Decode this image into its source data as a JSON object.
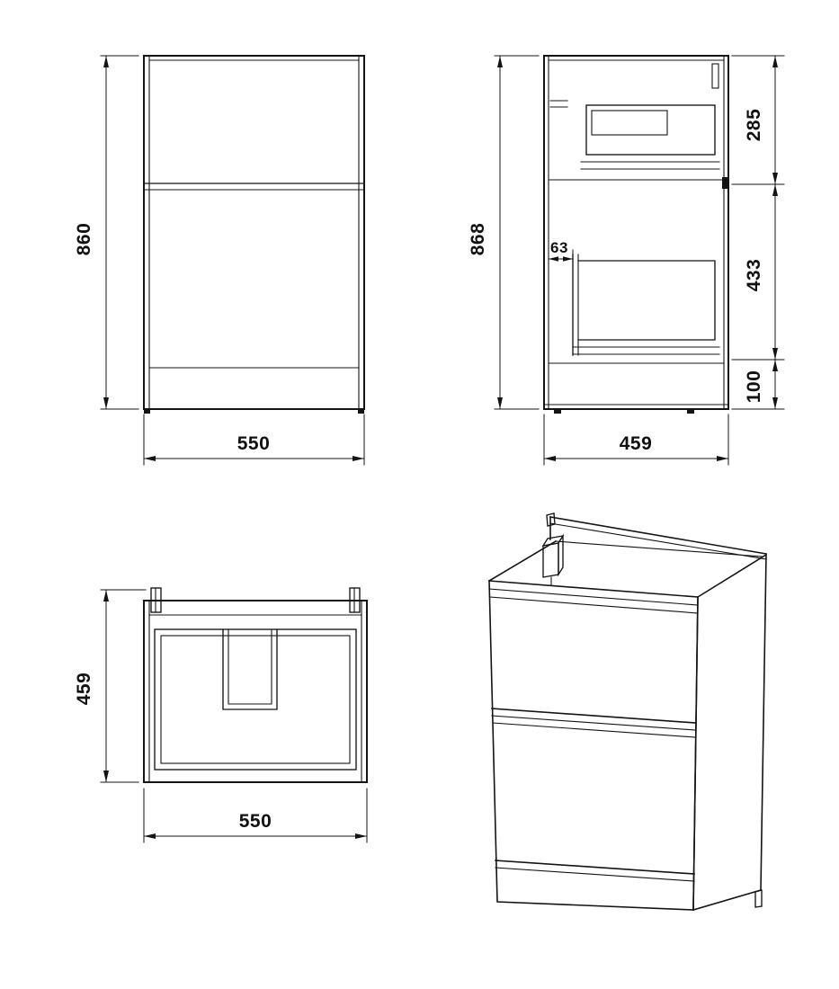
{
  "colors": {
    "line": "#141414",
    "background": "#ffffff"
  },
  "drawing": {
    "front_view": {
      "height": "860",
      "width": "550"
    },
    "side_view": {
      "height": "868",
      "depth": "459",
      "upper_section": "285",
      "middle_section": "433",
      "lower_section": "100",
      "drawer_inset": "63"
    },
    "top_view": {
      "depth": "459",
      "width": "550"
    }
  }
}
